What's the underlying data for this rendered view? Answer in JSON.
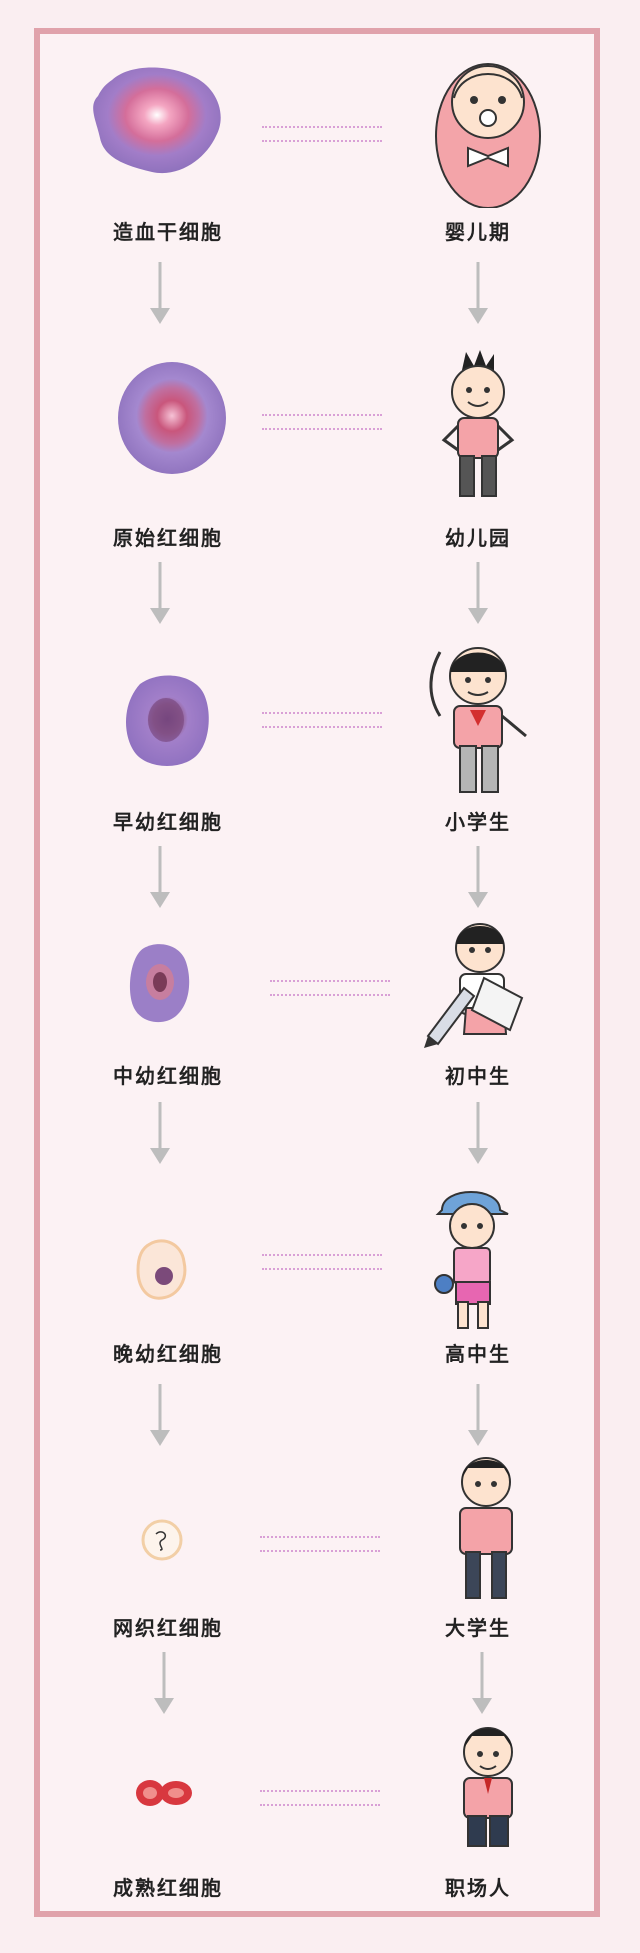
{
  "stages": [
    {
      "cell": "造血干细胞",
      "life": "婴儿期"
    },
    {
      "cell": "原始红细胞",
      "life": "幼儿园"
    },
    {
      "cell": "早幼红细胞",
      "life": "小学生"
    },
    {
      "cell": "中幼红细胞",
      "life": "初中生"
    },
    {
      "cell": "晚幼红细胞",
      "life": "高中生"
    },
    {
      "cell": "网织红细胞",
      "life": "大学生"
    },
    {
      "cell": "成熟红细胞",
      "life": "职场人"
    }
  ],
  "colors": {
    "frame": "#e0a2ab",
    "cell_cytoplasm": "#9b7fc7",
    "cell_nucleus": "#c9567c",
    "dots": "#d9a0d6",
    "arrow": "#bdbdbd"
  }
}
